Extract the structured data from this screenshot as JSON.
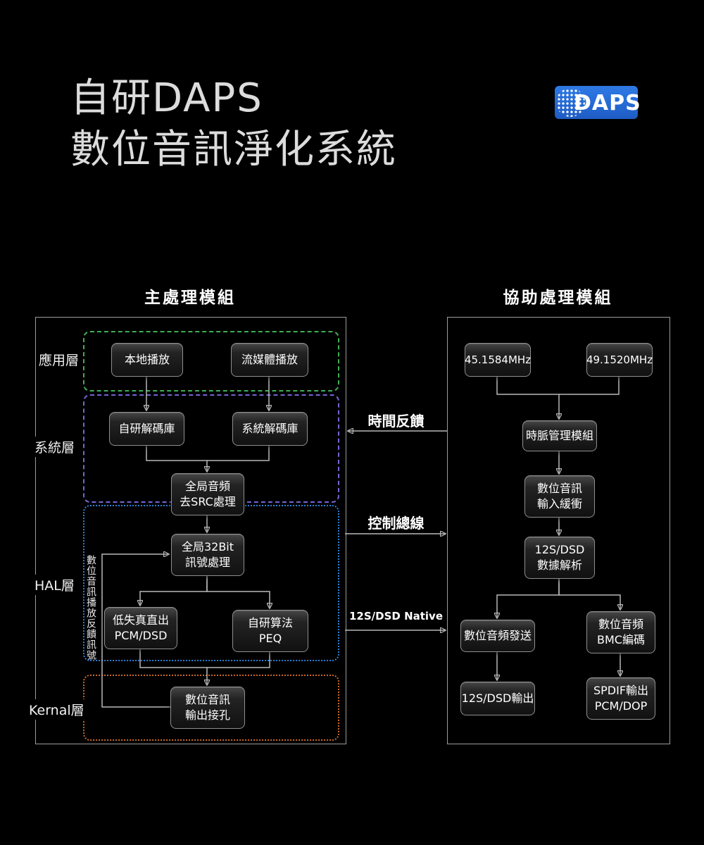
{
  "header": {
    "title_line1": "自研DAPS",
    "title_line2": "數位音訊淨化系統",
    "logo_text": "DAPS"
  },
  "main_module": {
    "title": "主處理模組",
    "layer_labels": [
      "應用層",
      "系統層",
      "HAL層",
      "Kernal層"
    ],
    "nodes": {
      "local_playback": "本地播放",
      "stream_playback": "流媒體播放",
      "self_decoder": "自研解碼庫",
      "system_decoder": "系統解碼庫",
      "global_desrc": [
        "全局音頻",
        "去SRC處理"
      ],
      "global_32bit": [
        "全局32Bit",
        "訊號處理"
      ],
      "low_distortion": [
        "低失真直出",
        "PCM/DSD"
      ],
      "self_algo_peq": [
        "自研算法",
        "PEQ"
      ],
      "digital_output": [
        "數位音訊",
        "輸出接孔"
      ],
      "feedback_label": "數位音訊播放反饋訊號"
    }
  },
  "assist_module": {
    "title": "協助處理模組",
    "nodes": {
      "clock_45": "45.1584MHz",
      "clock_49": "49.1520MHz",
      "clock_management": "時脈管理模組",
      "input_buffer": [
        "數位音訊",
        "輸入緩衝"
      ],
      "data_parse": [
        "12S/DSD",
        "數據解析"
      ],
      "audio_send": "數位音頻發送",
      "bmc_encode": [
        "數位音頻",
        "BMC編碼"
      ],
      "i2s_output": "12S/DSD輸出",
      "spdif_output": [
        "SPDIF輸出",
        "PCM/DOP"
      ]
    }
  },
  "connectors": {
    "time_feedback": "時間反饋",
    "control_bus": "控制總線",
    "i2s_native": "12S/DSD Native"
  },
  "colors": {
    "app_layer_green": "#3fae52",
    "system_layer_purple": "#7a63d2",
    "hal_layer_blue": "#2e7fd6",
    "kernel_layer_orange": "#c9692a",
    "logo_blue": "#2468d8",
    "background": "#000000"
  }
}
